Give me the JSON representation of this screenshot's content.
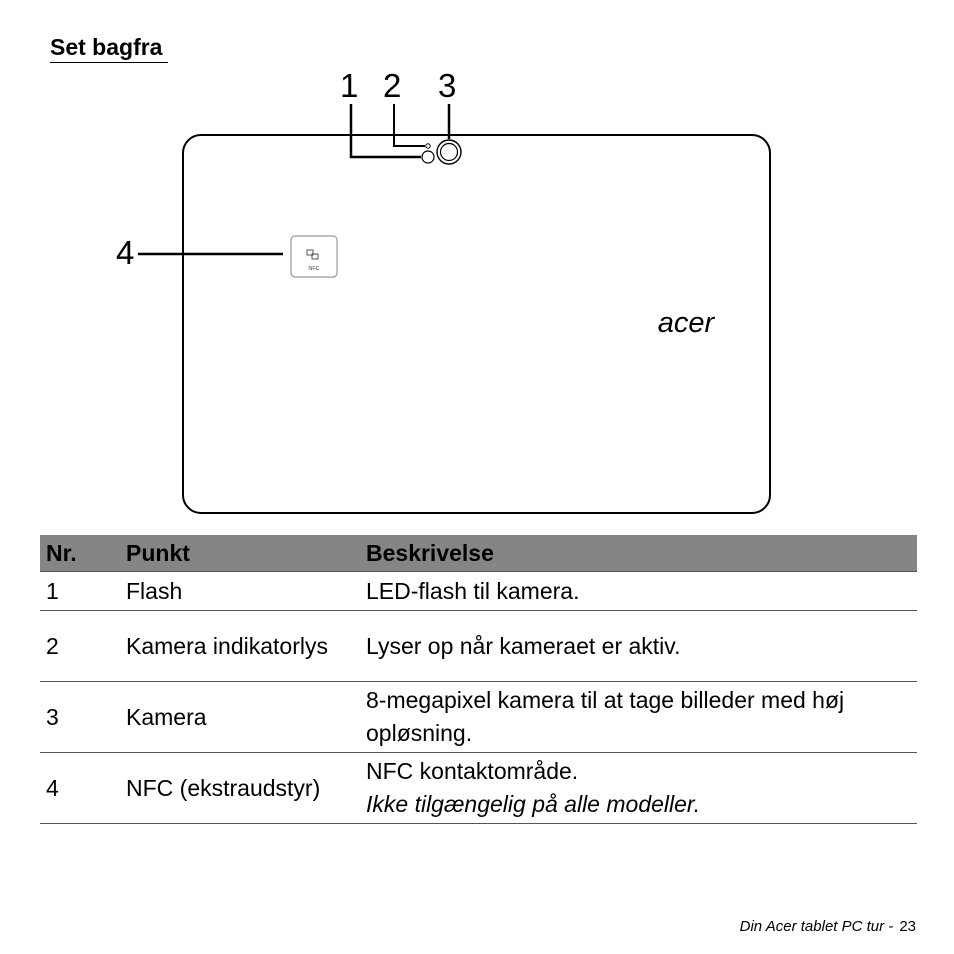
{
  "section_title": "Set bagfra",
  "figure": {
    "callouts": [
      "1",
      "2",
      "3",
      "4"
    ],
    "nfc_label": "NFC",
    "logo_text": "acer"
  },
  "table": {
    "headers": [
      "Nr.",
      "Punkt",
      "Beskrivelse"
    ],
    "rows": [
      {
        "nr": "1",
        "item": "Flash",
        "desc": "LED-flash til kamera.",
        "note": ""
      },
      {
        "nr": "2",
        "item": "Kamera indikatorlys",
        "desc": "Lyser op når kameraet er aktiv.",
        "note": ""
      },
      {
        "nr": "3",
        "item": "Kamera",
        "desc": "8-megapixel kamera til at tage billeder med høj opløsning.",
        "note": ""
      },
      {
        "nr": "4",
        "item": "NFC (ekstraudstyr)",
        "desc": "NFC kontaktområde.",
        "note": "Ikke tilgængelig på alle modeller."
      }
    ]
  },
  "footer": {
    "text": "Din Acer tablet PC tur -",
    "page": "23"
  }
}
